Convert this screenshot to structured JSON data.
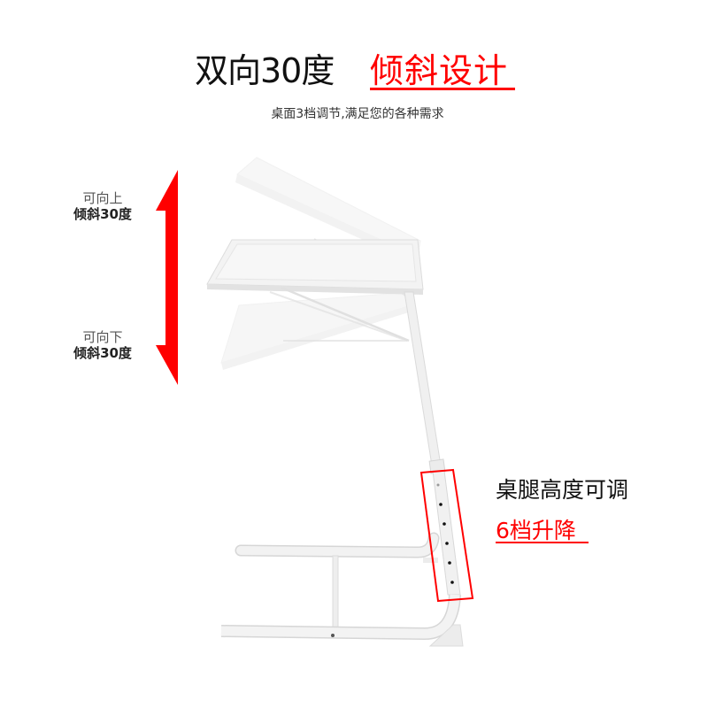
{
  "header": {
    "title_main": "双向30度",
    "title_highlight": "倾斜设计",
    "subtitle": "桌面3档调节,满足您的各种需求"
  },
  "tilt_labels": {
    "up": {
      "line1": "可向上",
      "line2": "倾斜30度"
    },
    "down": {
      "line1": "可向下",
      "line2": "倾斜30度"
    }
  },
  "leg_callout": {
    "title": "桌腿高度可调",
    "subtitle": "6档升降"
  },
  "colors": {
    "accent_red": "#ff0000",
    "text_dark": "#111111",
    "product_white": "#f2f2f2"
  },
  "product": {
    "name": "adjustable-tilt-side-table",
    "leg_adjustment_holes": 6
  }
}
